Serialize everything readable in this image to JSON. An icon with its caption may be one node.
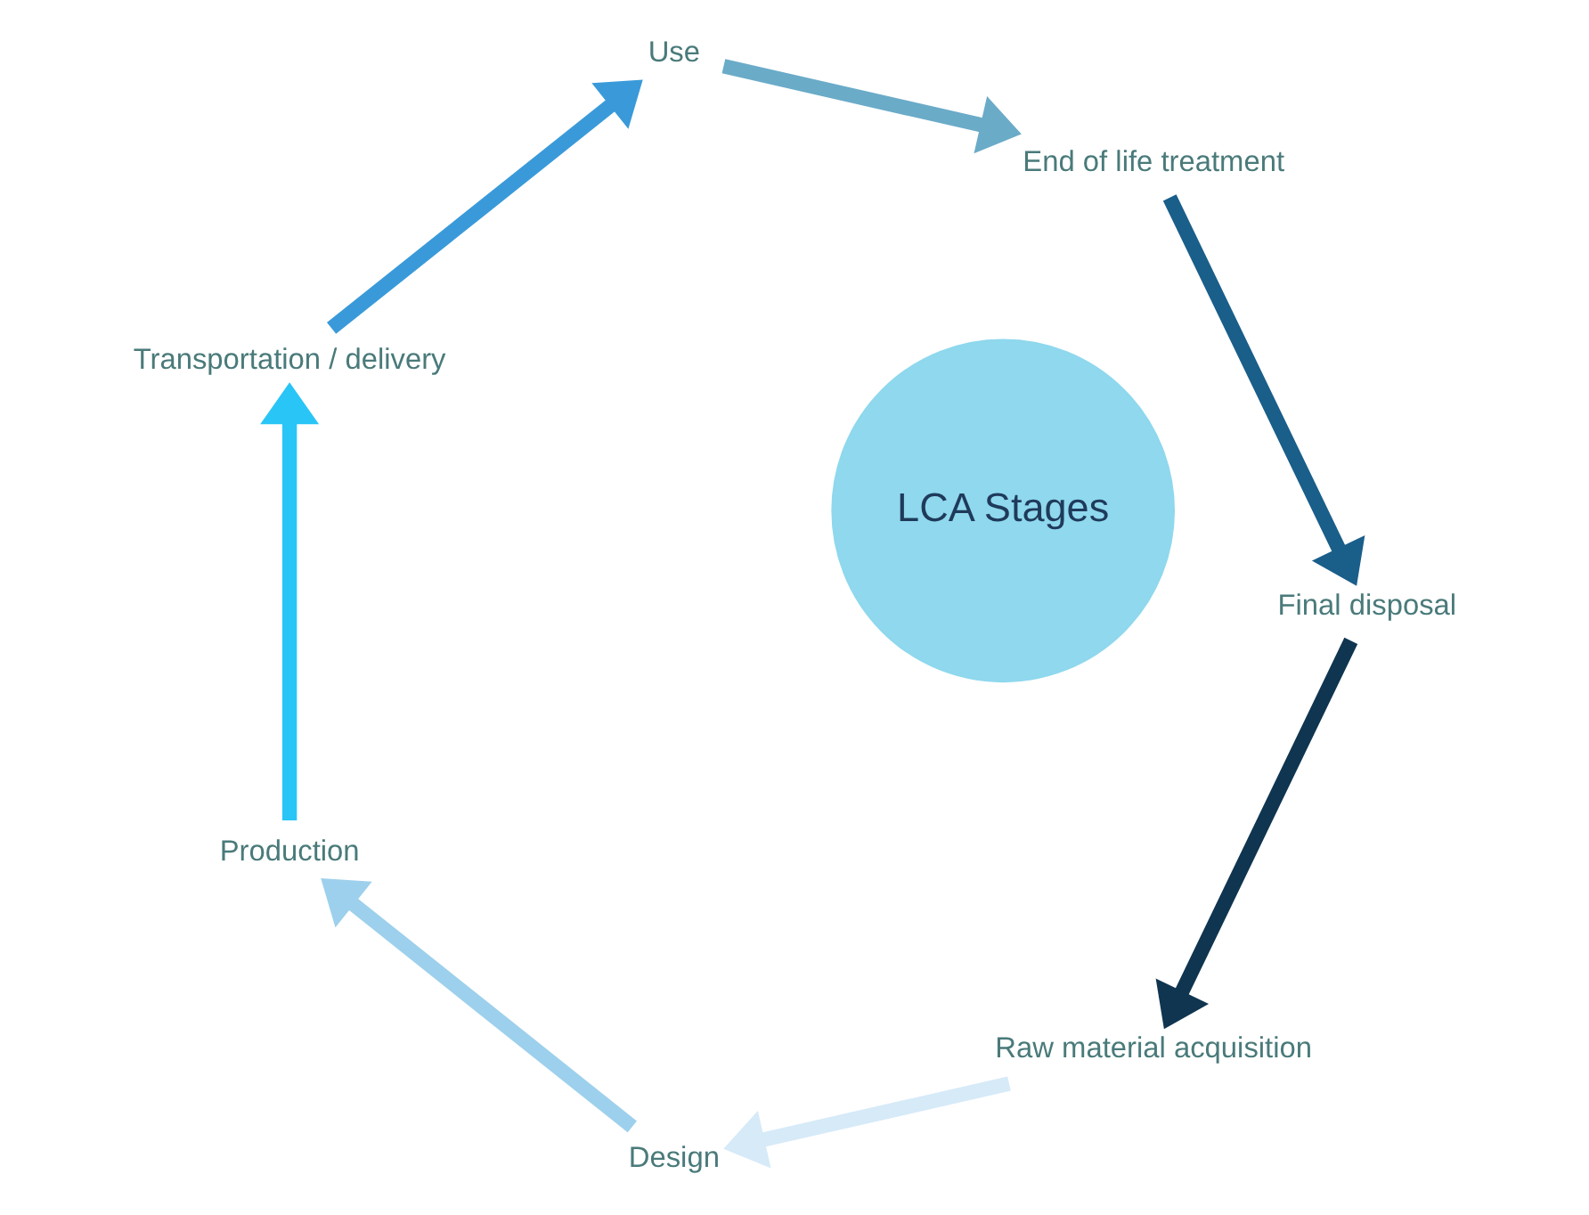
{
  "diagram": {
    "nodes": [
      {
        "text": [
          "LCA Stages"
        ]
      },
      {
        "text": [
          "Raw material acquisition"
        ]
      },
      {
        "text": [
          "Design"
        ]
      },
      {
        "text": [
          "Production"
        ]
      },
      {
        "text": [
          "Transportation / delivery"
        ]
      },
      {
        "text": [
          "Use"
        ]
      },
      {
        "text": [
          "End of life treatment"
        ]
      },
      {
        "text": [
          "Final disposal"
        ]
      }
    ],
    "edges": [
      {
        "from": 1,
        "to": 2,
        "arrow": "to",
        "color": "#d6eaf8"
      },
      {
        "from": 2,
        "to": 3,
        "arrow": "to",
        "color": "#9dd0ec"
      },
      {
        "from": 3,
        "to": 4,
        "arrow": "to",
        "color": "#29c5f6"
      },
      {
        "from": 4,
        "to": 5,
        "arrow": "to",
        "color": "#3a9ad9"
      },
      {
        "from": 5,
        "to": 6,
        "arrow": "to",
        "color": "#6aabc8"
      },
      {
        "from": 6,
        "to": 7,
        "arrow": "to",
        "color": "#1a5e8a"
      },
      {
        "from": 7,
        "to": 1,
        "arrow": "to",
        "color": "#0f3550"
      }
    ]
  }
}
